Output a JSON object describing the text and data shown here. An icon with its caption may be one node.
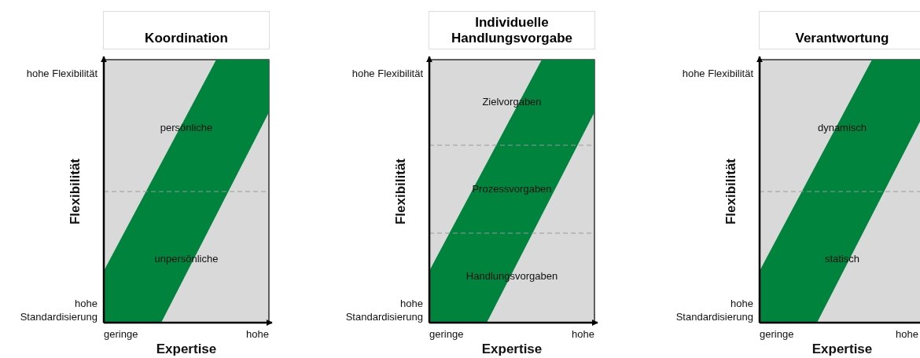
{
  "diagram": {
    "nodes": [
      {
        "text": [
          "Koordination"
        ]
      },
      {
        "text": [
          "Individuelle Handlungsvorgabe"
        ]
      },
      {
        "text": [
          "Verantwortung"
        ]
      }
    ],
    "labels": [
      "hohe Flexibilität",
      "Flexibilität",
      "persönliche",
      "unpersönliche",
      "hohe Standardisierung",
      "geringe",
      "hohe",
      "Expertise",
      "hohe Flexibilität",
      "Flexibilität",
      "Zielvorgaben",
      "Prozessvorgaben",
      "Handlungsvorgaben",
      "hohe Standardisierung",
      "geringe",
      "hohe",
      "Expertise",
      "hohe Flexibilität",
      "Flexibilität",
      "dynamisch",
      "statisch",
      "hohe Standardisierung",
      "geringe",
      "hohe",
      "Expertise"
    ]
  }
}
